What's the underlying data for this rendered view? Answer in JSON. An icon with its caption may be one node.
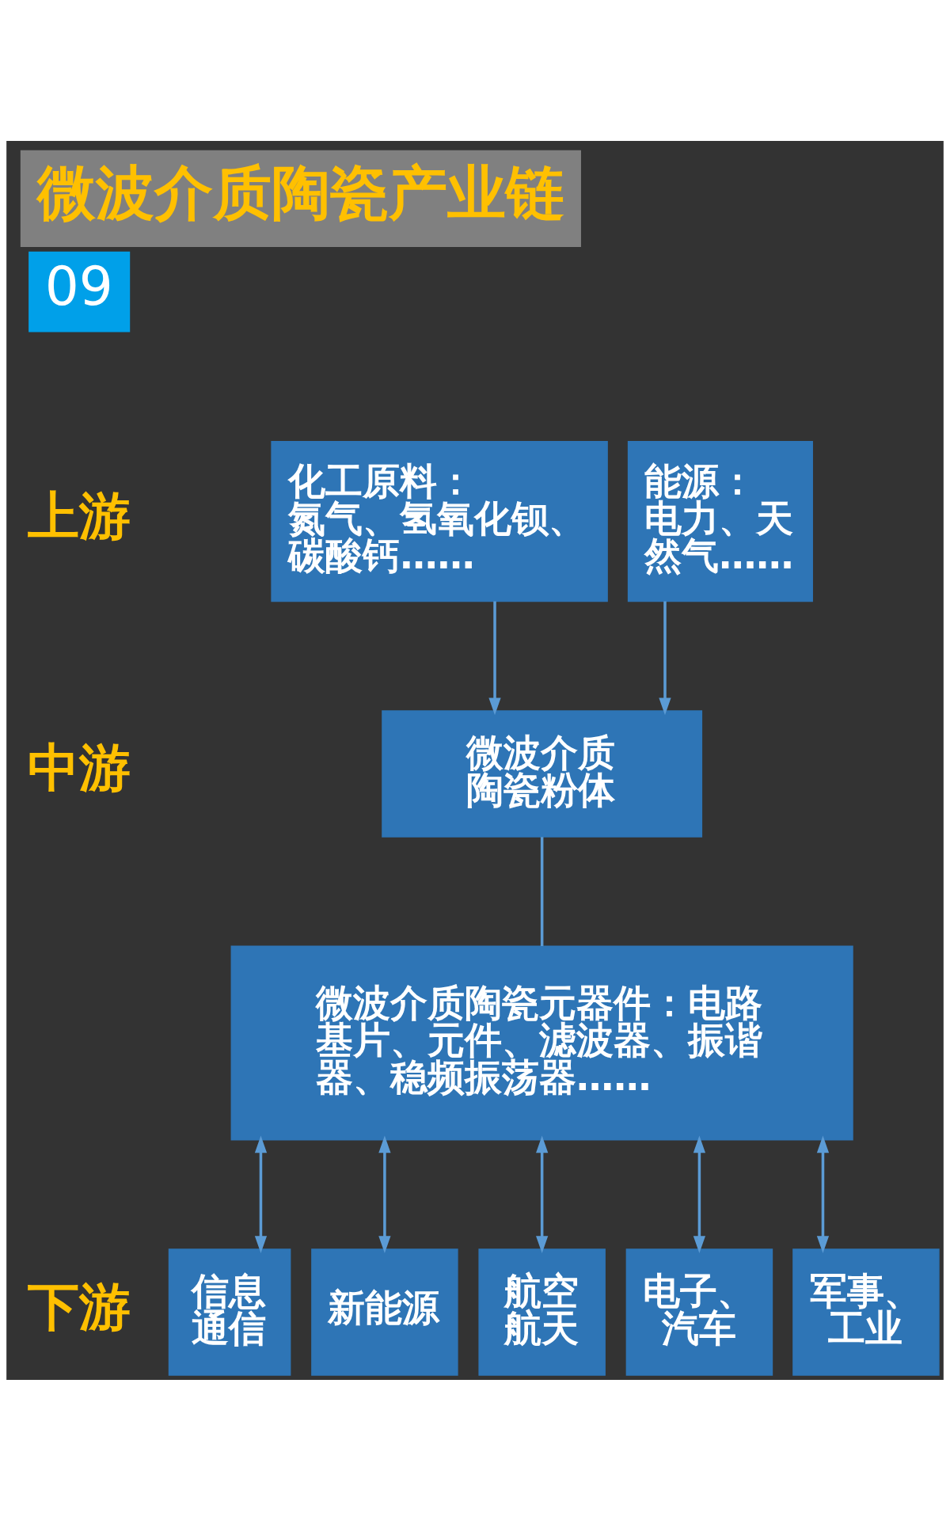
{
  "diagram": {
    "title": "微波介质陶瓷产业链",
    "nodes": [
      {
        "text": [
          "化工原料：",
          "氮气、氢氧化钡、碳酸钙……"
        ]
      },
      {
        "text": [
          "能源：",
          "电力、天然气……"
        ]
      },
      {
        "text": [
          "微波介质陶瓷粉体"
        ]
      },
      {
        "text": [
          "微波介质陶瓷元器件：电路基片、元件、滤波器、振谐器、稳频振荡器……"
        ]
      },
      {
        "text": [
          "信息通信"
        ]
      },
      {
        "text": [
          "新能源"
        ]
      },
      {
        "text": [
          "航空航天"
        ]
      },
      {
        "text": [
          "电子、汽车"
        ]
      },
      {
        "text": [
          "军事、工业"
        ]
      }
    ],
    "edges": [
      {
        "from": 0,
        "to": 2,
        "arrow": "to"
      },
      {
        "from": 1,
        "to": 2,
        "arrow": "to"
      },
      {
        "from": 2,
        "to": 3,
        "arrow": "none"
      },
      {
        "from": 3,
        "to": 4,
        "arrow": "both"
      },
      {
        "from": 3,
        "to": 5,
        "arrow": "both"
      },
      {
        "from": 3,
        "to": 6,
        "arrow": "both"
      },
      {
        "from": 3,
        "to": 7,
        "arrow": "both"
      },
      {
        "from": 3,
        "to": 8,
        "arrow": "both"
      }
    ],
    "labels": [
      "09",
      "上游",
      "中游",
      "下游"
    ]
  }
}
